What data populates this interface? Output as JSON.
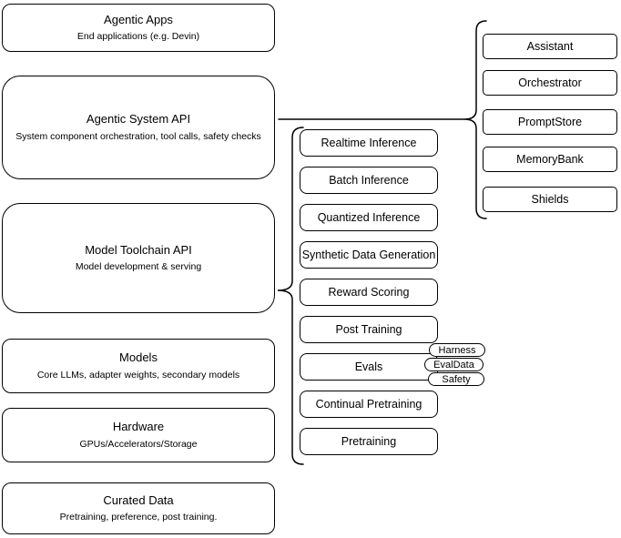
{
  "diagram": {
    "colors": {
      "stroke": "#000000",
      "background": "#ffffff"
    },
    "stack": [
      {
        "title": "Agentic Apps",
        "subtitle": "End applications (e.g. Devin)"
      },
      {
        "title": "Agentic System API",
        "subtitle": "System component orchestration, tool calls, safety checks"
      },
      {
        "title": "Model Toolchain API",
        "subtitle": "Model development & serving"
      },
      {
        "title": "Models",
        "subtitle": "Core LLMs, adapter weights, secondary models"
      },
      {
        "title": "Hardware",
        "subtitle": "GPUs/Accelerators/Storage"
      },
      {
        "title": "Curated Data",
        "subtitle": "Pretraining, preference, post training."
      }
    ],
    "toolchain": {
      "items": [
        "Realtime Inference",
        "Batch Inference",
        "Quantized Inference",
        "Synthetic Data Generation",
        "Reward Scoring",
        "Post Training",
        "Evals",
        "Continual Pretraining",
        "Pretraining"
      ]
    },
    "eval_badges": [
      "Harness",
      "EvalData",
      "Safety"
    ],
    "components": {
      "items": [
        "Assistant",
        "Orchestrator",
        "PromptStore",
        "MemoryBank",
        "Shields"
      ]
    }
  }
}
